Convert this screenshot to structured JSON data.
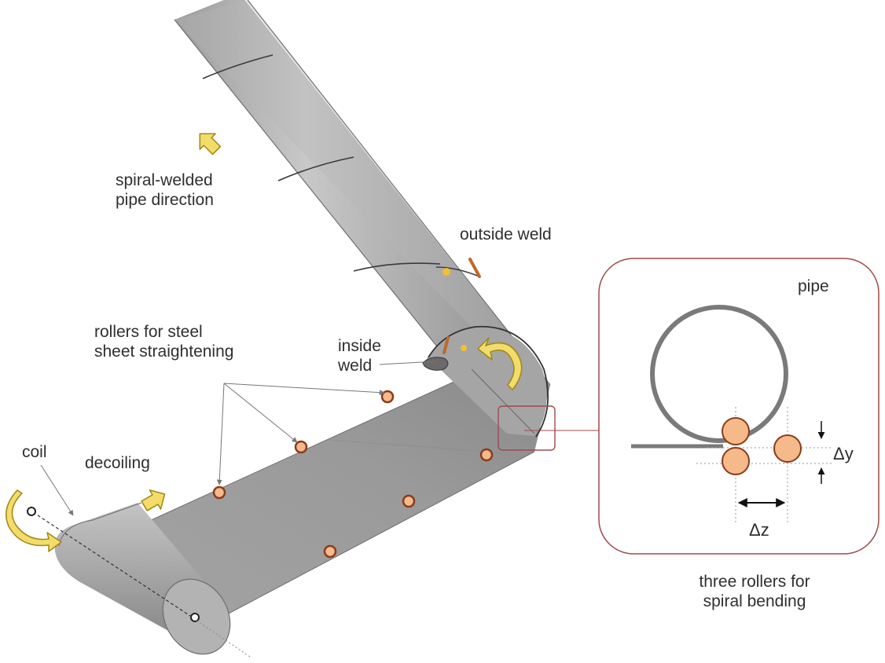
{
  "labels": {
    "pipe_direction": [
      "spiral-welded",
      "pipe direction"
    ],
    "outside_weld": "outside weld",
    "rollers_straightening": [
      "rollers for steel",
      "sheet straightening"
    ],
    "inside_weld": [
      "inside",
      "weld"
    ],
    "coil": "coil",
    "decoiling": "decoiling",
    "pipe": "pipe",
    "delta_y": "Δy",
    "delta_z": "Δz",
    "three_rollers": [
      "three rollers for",
      "spiral bending"
    ]
  },
  "colors": {
    "steel_light": "#bdbdbd",
    "steel_dark": "#8c8c8c",
    "roller_fill": "#f5b98a",
    "roller_stroke": "#8a3a1c",
    "arrow_fill": "#f3dc6a",
    "arrow_stroke": "#a08818",
    "inset_border": "#a04a4a",
    "pipe_ring": "#777777"
  }
}
